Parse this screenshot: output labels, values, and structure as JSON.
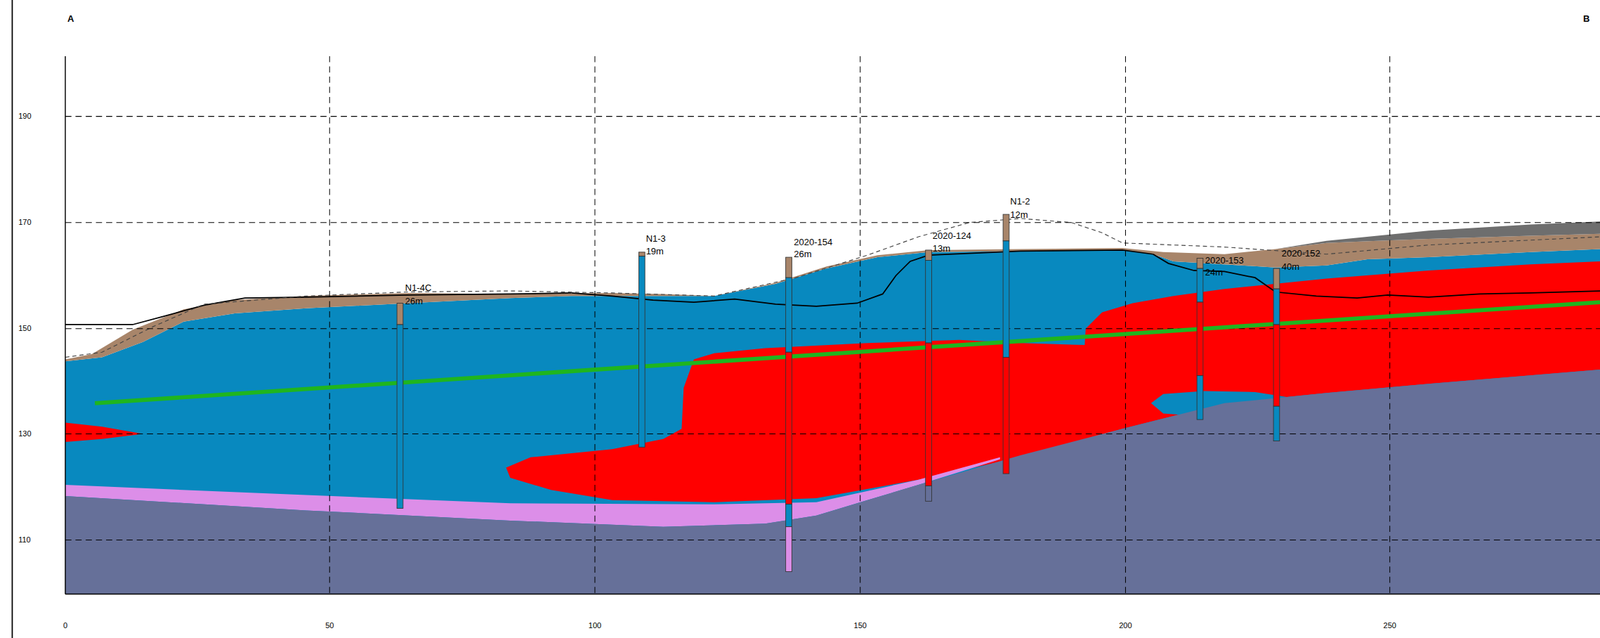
{
  "diagram": {
    "labels": [
      "A",
      "B",
      "190",
      "170",
      "150",
      "130",
      "110",
      "0",
      "50",
      "100",
      "150",
      "200",
      "250",
      "N1-4C",
      "26m",
      "N1-3",
      "19m",
      "2020-154",
      "26m",
      "2020-124",
      "13m",
      "N1-2",
      "12m",
      "2020-153",
      "24m",
      "2020-152",
      "40m"
    ]
  }
}
